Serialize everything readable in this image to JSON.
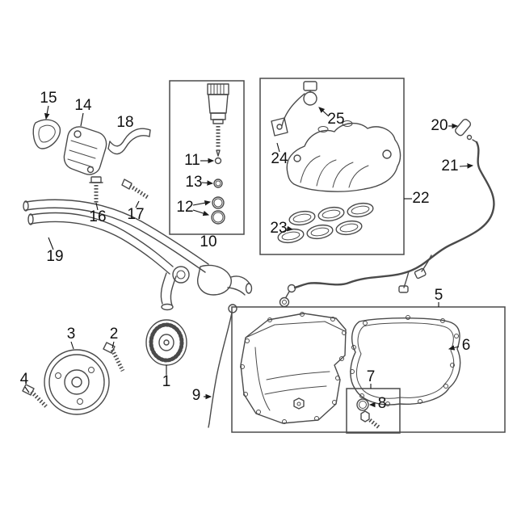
{
  "diagram": {
    "type": "exploded-parts-diagram",
    "subject": "engine-parts",
    "colors": {
      "bg": "#ffffff",
      "line": "#4a4a4a",
      "label": "#111111"
    },
    "callouts": [
      {
        "label": "1"
      },
      {
        "label": "2"
      },
      {
        "label": "3"
      },
      {
        "label": "4"
      },
      {
        "label": "5"
      },
      {
        "label": "6"
      },
      {
        "label": "7"
      },
      {
        "label": "8"
      },
      {
        "label": "9"
      },
      {
        "label": "10"
      },
      {
        "label": "11"
      },
      {
        "label": "12"
      },
      {
        "label": "13"
      },
      {
        "label": "14"
      },
      {
        "label": "15"
      },
      {
        "label": "16"
      },
      {
        "label": "17"
      },
      {
        "label": "18"
      },
      {
        "label": "19"
      },
      {
        "label": "20"
      },
      {
        "label": "21"
      },
      {
        "label": "22"
      },
      {
        "label": "23"
      },
      {
        "label": "24"
      },
      {
        "label": "25"
      }
    ]
  }
}
